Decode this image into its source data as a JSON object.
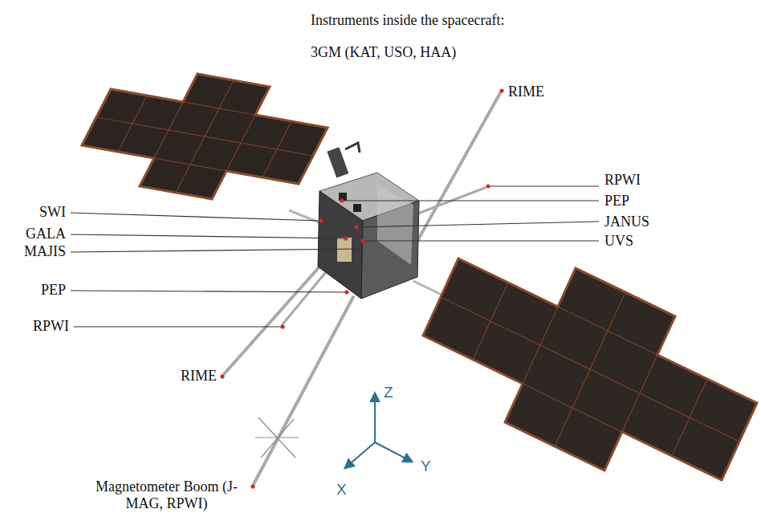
{
  "diagram": {
    "labels": [
      "Instruments inside the spacecraft:",
      "3GM (KAT, USO, HAA)",
      "RIME",
      "RPWI",
      "PEP",
      "JANUS",
      "UVS",
      "SWI",
      "GALA",
      "MAJIS",
      "PEP",
      "RPWI",
      "RIME",
      "Magnetometer Boom (J-MAG, RPWI)",
      "Z",
      "X",
      "Y"
    ]
  }
}
